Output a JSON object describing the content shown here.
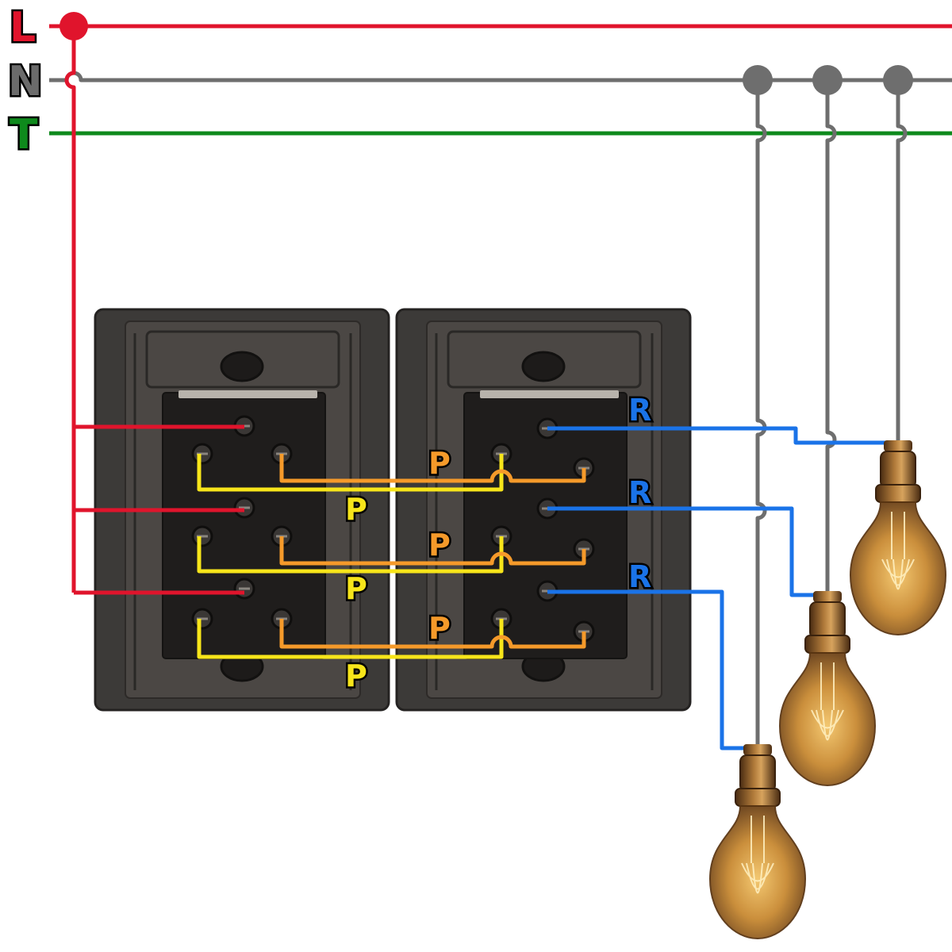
{
  "rails": {
    "line": {
      "label": "L",
      "color": "#e0142c"
    },
    "neutral": {
      "label": "N",
      "color": "#6b6b6b"
    },
    "earth": {
      "label": "T",
      "color": "#0e8a1c"
    }
  },
  "wire_colors": {
    "phase": "#e0142c",
    "neutral": "#6e6e6e",
    "return": "#1a73e8",
    "traveler_yellow": "#f7e51a",
    "traveler_orange": "#f59a2a"
  },
  "terminal_labels": {
    "return": "R",
    "traveler_yellow": "P",
    "traveler_orange": "P"
  },
  "switch_plates": [
    {
      "name": "left-switch-plate",
      "gangs": 3
    },
    {
      "name": "right-switch-plate",
      "gangs": 3
    }
  ],
  "lamps": [
    {
      "name": "lamp-1",
      "icon": "light-bulb-icon"
    },
    {
      "name": "lamp-2",
      "icon": "light-bulb-icon"
    },
    {
      "name": "lamp-3",
      "icon": "light-bulb-icon"
    }
  ]
}
